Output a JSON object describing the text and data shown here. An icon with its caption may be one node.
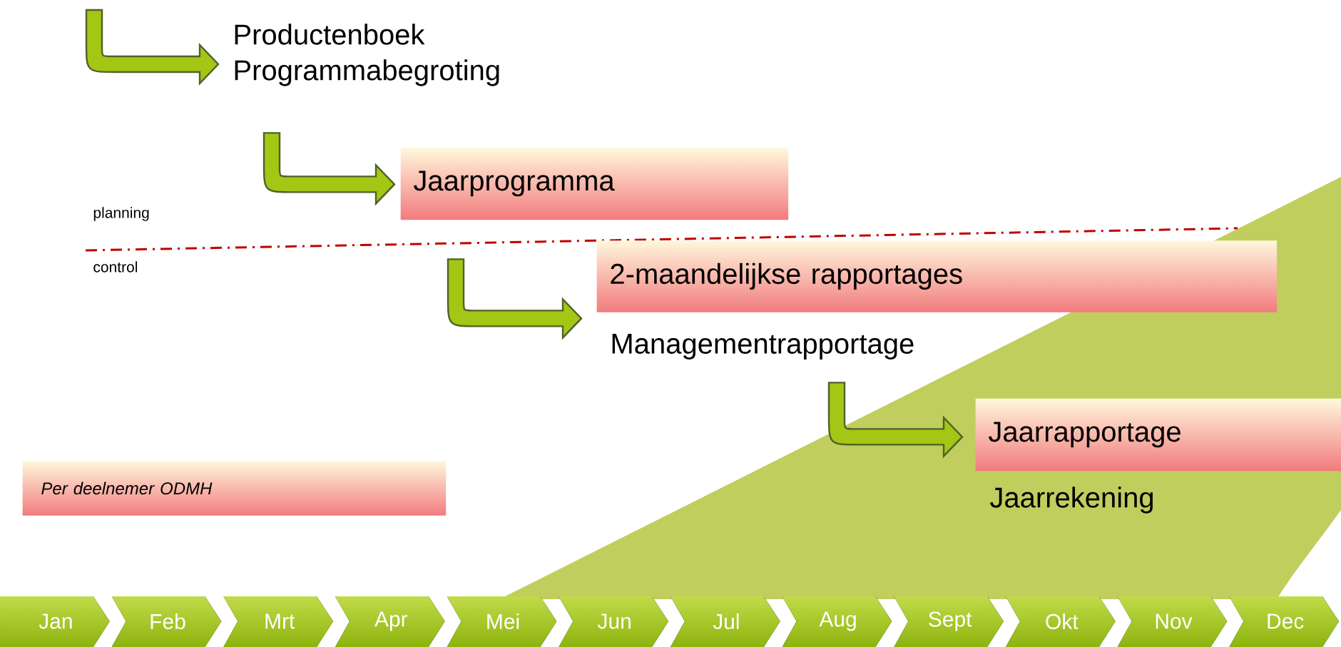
{
  "diagram": {
    "nodes": [
      {
        "text": [
          "Productenboek",
          "Programmabegroting"
        ]
      },
      {
        "text": [
          "Jaarprogramma"
        ]
      },
      {
        "text": [
          "2-maandelijkse rapportages"
        ],
        "beside": [
          "Managementrapportage"
        ]
      },
      {
        "text": [
          "Jaarrapportage"
        ],
        "beside": [
          "Jaarrekening"
        ]
      },
      {
        "text": [
          "Per deelnemer ODMH"
        ]
      },
      {
        "text": [
          "Jan"
        ]
      },
      {
        "text": [
          "Feb"
        ]
      },
      {
        "text": [
          "Mrt"
        ]
      },
      {
        "text": [
          "Apr"
        ]
      },
      {
        "text": [
          "Mei"
        ]
      },
      {
        "text": [
          "Jun"
        ]
      },
      {
        "text": [
          "Jul"
        ]
      },
      {
        "text": [
          "Aug"
        ]
      },
      {
        "text": [
          "Sept"
        ]
      },
      {
        "text": [
          "Okt"
        ]
      },
      {
        "text": [
          "Nov"
        ]
      },
      {
        "text": [
          "Dec"
        ]
      }
    ],
    "edges": [
      {
        "from": null,
        "to": 0,
        "arrow": "to"
      },
      {
        "from": null,
        "to": 1,
        "arrow": "to"
      },
      {
        "from": null,
        "to": 2,
        "arrow": "to"
      },
      {
        "from": null,
        "to": 3,
        "arrow": "to"
      }
    ],
    "labels": [
      "planning",
      "control"
    ]
  }
}
